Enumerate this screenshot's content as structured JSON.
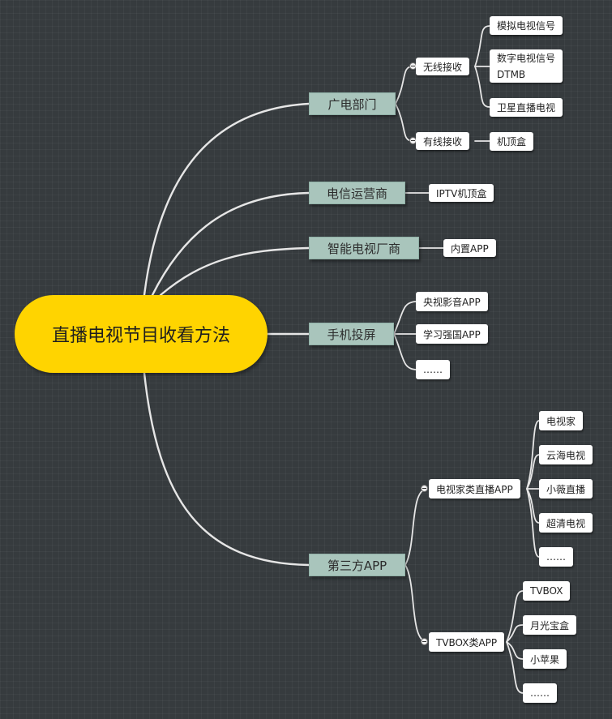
{
  "root": "直播电视节目收看方法",
  "branches": {
    "guangdian": {
      "label": "广电部门",
      "wireless": {
        "label": "无线接收",
        "items": [
          "模拟电视信号",
          [
            "数字电视信号",
            "DTMB"
          ],
          "卫星直播电视"
        ]
      },
      "cable": {
        "label": "有线接收",
        "items": [
          "机顶盒"
        ]
      }
    },
    "telecom": {
      "label": "电信运营商",
      "items": [
        "IPTV机顶盒"
      ]
    },
    "smarttv": {
      "label": "智能电视厂商",
      "items": [
        "内置APP"
      ]
    },
    "mobile": {
      "label": "手机投屏",
      "items": [
        "央视影音APP",
        "学习强国APP",
        "……"
      ]
    },
    "thirdparty": {
      "label": "第三方APP",
      "tvhome": {
        "label": "电视家类直播APP",
        "items": [
          "电视家",
          "云海电视",
          "小薇直播",
          "超清电视",
          "……"
        ]
      },
      "tvbox": {
        "label": "TVBOX类APP",
        "items": [
          "TVBOX",
          "月光宝盒",
          "小苹果",
          "……"
        ]
      }
    }
  }
}
